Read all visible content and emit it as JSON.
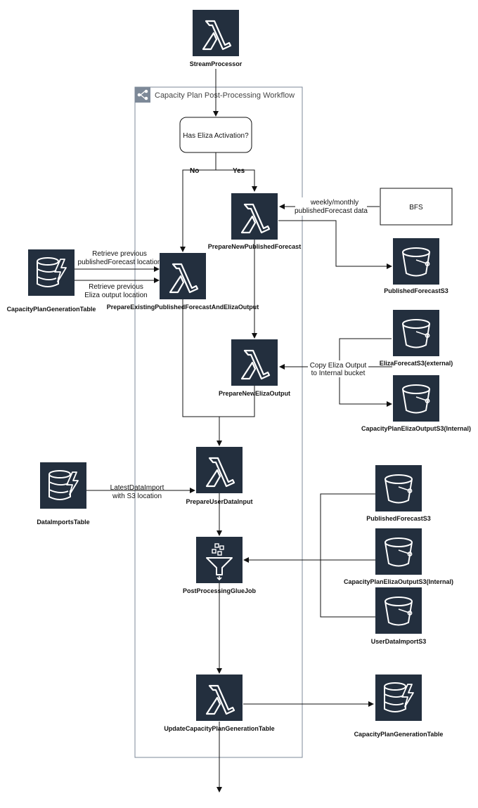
{
  "workflow": {
    "title": "Capacity Plan Post-Processing Workflow"
  },
  "decision": {
    "label": "Has Eliza Activation?",
    "no_label": "No",
    "yes_label": "Yes"
  },
  "bfs": {
    "label": "BFS"
  },
  "nodes": {
    "stream_processor": "StreamProcessor",
    "prepare_new_published_forecast": "PrepareNewPublishedForecast",
    "prepare_existing": "PrepareExistingPublishedForecastAndElizaOutput",
    "prepare_new_eliza_output": "PrepareNewElizaOutput",
    "prepare_user_data_input": "PrepareUserDataInput",
    "post_processing_glue_job": "PostProcessingGlueJob",
    "update_capacity_plan_generation_table": "UpdateCapacityPlanGenerationTable",
    "capacity_plan_generation_table_left": "CapacityPlanGenerationTable",
    "data_imports_table": "DataImportsTable",
    "published_forecast_s3_top": "PublishedForecastS3",
    "eliza_forecast_s3_external": "ElizaForecatS3(external)",
    "capacity_plan_eliza_output_s3_top": "CapacityPlanElizaOutputS3(Internal)",
    "published_forecast_s3_bottom": "PublishedForecastS3",
    "capacity_plan_eliza_output_s3_bottom": "CapacityPlanElizaOutputS3(Internal)",
    "user_data_import_s3": "UserDataImportS3",
    "capacity_plan_generation_table_right": "CapacityPlanGenerationTable"
  },
  "edges": {
    "bfs_line1": "weekly/monthly",
    "bfs_line2": "publishedForecast data",
    "retrieve_pf_line1": "Retrieve previous",
    "retrieve_pf_line2": "publishedForecast location",
    "retrieve_eliza_line1": "Retrieve previous",
    "retrieve_eliza_line2": "Eliza output location",
    "copy_eliza_line1": "Copy Eliza Output",
    "copy_eliza_line2": "to Internal bucket",
    "latest_import_line1": "LatestDataImport",
    "latest_import_line2": "with S3 location"
  },
  "colors": {
    "icon_bg": "#232f3e",
    "icon_fg": "#ffffff",
    "wire": "#111111",
    "group_border": "#7d8998"
  },
  "icons": {
    "lambda": "lambda-icon",
    "s3": "s3-bucket-icon",
    "dynamodb": "dynamodb-icon",
    "glue": "glue-icon",
    "step_functions": "step-functions-icon"
  }
}
